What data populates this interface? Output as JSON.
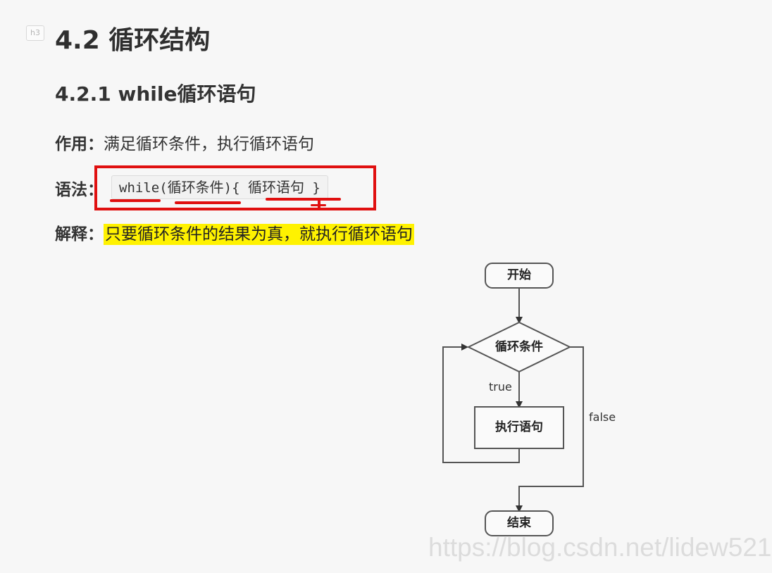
{
  "heading_badge": "h3",
  "section": {
    "title": "4.2 循环结构",
    "subsection_title": "4.2.1 while循环语句"
  },
  "purpose": {
    "label": "作用：",
    "text": "满足循环条件，执行循环语句"
  },
  "syntax": {
    "label": "语法：",
    "code_keyword": "while(",
    "code_condition": "循环条件",
    "code_middle": "){ ",
    "code_body": "循环语句",
    "code_end": " }",
    "annotation_color": "#e01010"
  },
  "explanation": {
    "label": "解释：",
    "text": "只要循环条件的结果为真，就执行循环语句",
    "highlight_color": "#fff200"
  },
  "flowchart": {
    "start": "开始",
    "condition": "循环条件",
    "true_label": "true",
    "statement": "执行语句",
    "false_label": "false",
    "end": "结束"
  },
  "watermark": "https://blog.csdn.net/lidew521"
}
